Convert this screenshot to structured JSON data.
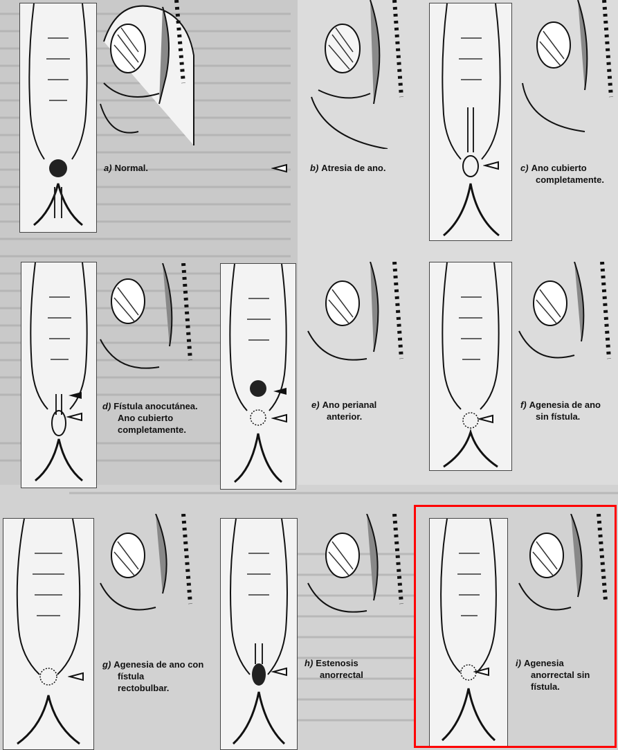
{
  "figures": [
    {
      "id": "a",
      "letter": "a)",
      "lines": [
        "Normal."
      ]
    },
    {
      "id": "b",
      "letter": "b)",
      "lines": [
        "Atresia de ano."
      ]
    },
    {
      "id": "c",
      "letter": "c)",
      "lines": [
        "Ano cubierto",
        "completamente."
      ]
    },
    {
      "id": "d",
      "letter": "d)",
      "lines": [
        "Fístula anocutánea.",
        "Ano cubierto",
        "completamente."
      ]
    },
    {
      "id": "e",
      "letter": "e)",
      "lines": [
        "Ano perianal",
        "anterior."
      ]
    },
    {
      "id": "f",
      "letter": "f)",
      "lines": [
        "Agenesia de ano",
        "sin fístula."
      ]
    },
    {
      "id": "g",
      "letter": "g)",
      "lines": [
        "Agenesia de ano con",
        "fístula",
        "rectobulbar."
      ]
    },
    {
      "id": "h",
      "letter": "h)",
      "lines": [
        "Estenosis",
        "anorrectal"
      ]
    },
    {
      "id": "i",
      "letter": "i)",
      "lines": [
        "Agenesia",
        "anorrectal sin",
        "fístula."
      ]
    }
  ],
  "highlight": {
    "color": "#ff0000"
  }
}
